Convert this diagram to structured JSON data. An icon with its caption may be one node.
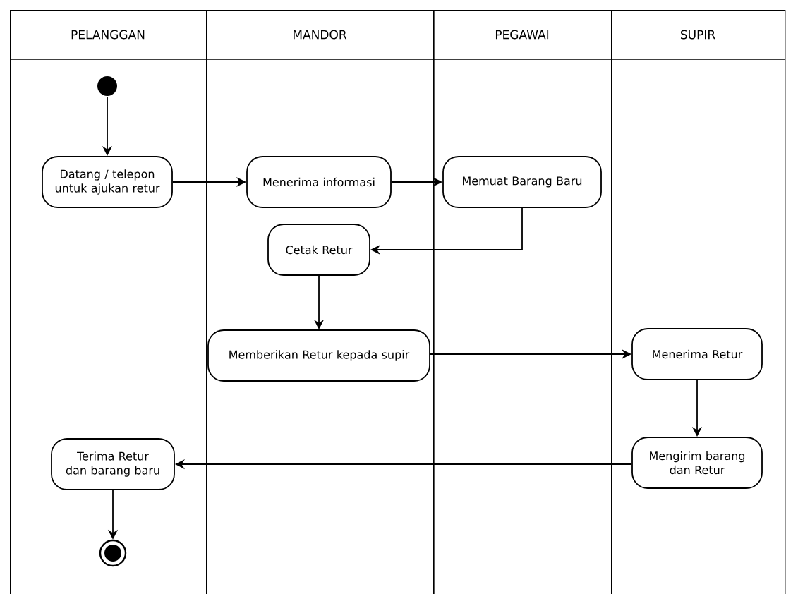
{
  "diagram": {
    "nodes": [
      {
        "text": [
          "PELANGGAN"
        ]
      },
      {
        "text": [
          "MANDOR"
        ]
      },
      {
        "text": [
          "PEGAWAI"
        ]
      },
      {
        "text": [
          "SUPIR"
        ]
      },
      {
        "text": [],
        "shape": "circle",
        "in": 0
      },
      {
        "text": [
          "Datang / telepon untuk ajukan retur"
        ],
        "in": 0
      },
      {
        "text": [
          "Menerima informasi"
        ],
        "in": 1
      },
      {
        "text": [
          "Memuat Barang Baru"
        ],
        "in": 2
      },
      {
        "text": [
          "Cetak Retur"
        ],
        "in": 1
      },
      {
        "text": [
          "Memberikan Retur kepada supir"
        ],
        "in": 1
      },
      {
        "text": [
          "Menerima Retur"
        ],
        "in": 3
      },
      {
        "text": [
          "Mengirim barang dan Retur"
        ],
        "in": 3
      },
      {
        "text": [
          "Terima Retur dan barang baru"
        ],
        "in": 0
      },
      {
        "text": [],
        "shape": "circle",
        "in": 0
      }
    ],
    "edges": [
      {
        "from": 4,
        "to": 5,
        "arrow": "to"
      },
      {
        "from": 5,
        "to": 6,
        "arrow": "to"
      },
      {
        "from": 6,
        "to": 7,
        "arrow": "to"
      },
      {
        "from": 7,
        "to": 8,
        "arrow": "to"
      },
      {
        "from": 8,
        "to": 9,
        "arrow": "to"
      },
      {
        "from": 9,
        "to": 10,
        "arrow": "to"
      },
      {
        "from": 10,
        "to": 11,
        "arrow": "to"
      },
      {
        "from": 11,
        "to": 12,
        "arrow": "to"
      },
      {
        "from": 12,
        "to": 13,
        "arrow": "to"
      }
    ]
  }
}
